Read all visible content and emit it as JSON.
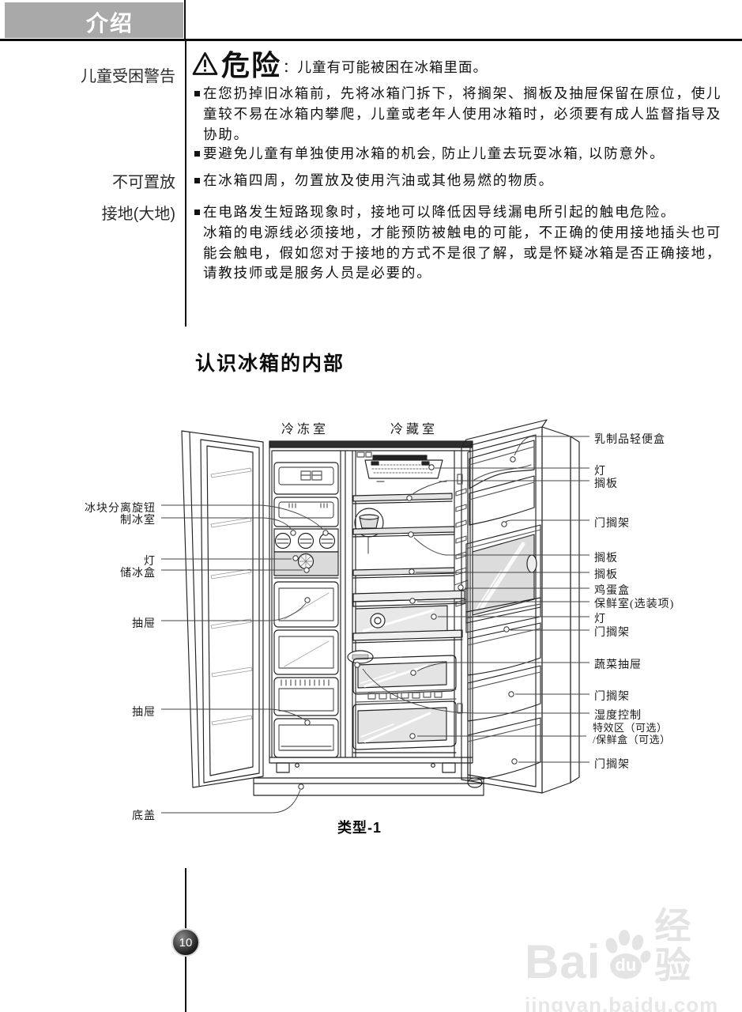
{
  "header": {
    "title": "介绍"
  },
  "safety": {
    "side_labels": [
      {
        "text": "儿童受困警告"
      },
      {
        "text": "不可置放"
      },
      {
        "text": "接地(大地)"
      }
    ],
    "danger": {
      "title": "危险",
      "note": "：儿童有可能被困在冰箱里面。"
    },
    "bullets": [
      {
        "text": "在您扔掉旧冰箱前，先将冰箱门拆下，将搁架、搁板及抽屉保留在原位，使儿童较不易在冰箱内攀爬，儿童或老年人使用冰箱时，必须要有成人监督指导及协助。"
      },
      {
        "text": "要避免儿童有单独使用冰箱的机会, 防止儿童去玩耍冰箱, 以防意外。"
      },
      {
        "text": "在冰箱四周，勿置放及使用汽油或其他易燃的物质。"
      },
      {
        "text": "在电路发生短路现象时，接地可以降低因导线漏电所引起的触电危险。\n冰箱的电源线必须接地，才能预防被触电的可能，不正确的使用接地插头也可能会触电，假如您对于接地的方式不是很了解，或是怀疑冰箱是否正确接地，请教技师或是服务人员是必要的。"
      }
    ]
  },
  "section": {
    "title": "认识冰箱的内部"
  },
  "diagram": {
    "caption": "类型-1",
    "compartments": [
      {
        "text": "冷冻室"
      },
      {
        "text": "冷藏室"
      }
    ],
    "left_labels": [
      {
        "text": "冰块分离旋钮"
      },
      {
        "text": "制冰室"
      },
      {
        "text": "灯"
      },
      {
        "text": "储冰盒"
      },
      {
        "text": "抽屉"
      },
      {
        "text": "抽屉"
      },
      {
        "text": "底盖"
      }
    ],
    "right_labels": [
      {
        "text": "乳制品轻便盒"
      },
      {
        "text": "灯"
      },
      {
        "text": "搁板"
      },
      {
        "text": "门搁架"
      },
      {
        "text": "搁板"
      },
      {
        "text": "搁板"
      },
      {
        "text": "鸡蛋盒"
      },
      {
        "text": "保鲜室(选装项)"
      },
      {
        "text": "灯"
      },
      {
        "text": "门搁架"
      },
      {
        "text": "蔬菜抽屉"
      },
      {
        "text": "门搁架"
      },
      {
        "text": "湿度控制"
      },
      {
        "text": "特效区（可选）\n/保鲜盒（可选）"
      },
      {
        "text": "门搁架"
      }
    ]
  },
  "footer": {
    "page_number": "10"
  },
  "watermark": {
    "brand_left": "Bai",
    "brand_right": "du",
    "brand_cn": "经验",
    "url": "jingyan.baidu.com"
  },
  "colors": {
    "header_bar": "#a9a9a9",
    "line": "#111111",
    "watermark": "#e4e4e4"
  }
}
